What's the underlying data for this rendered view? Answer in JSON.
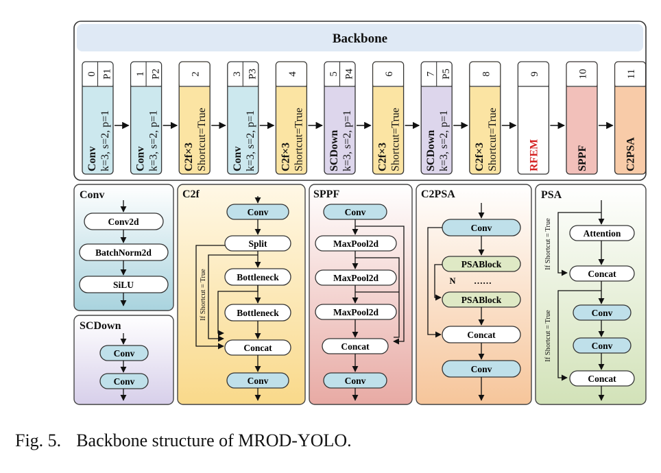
{
  "backbone": {
    "title": "Backbone",
    "columns": [
      {
        "index": "0",
        "tag": "P1",
        "name": "Conv",
        "params": "k=3, s=2, p=1",
        "color": "#cce8ee"
      },
      {
        "index": "1",
        "tag": "P2",
        "name": "Conv",
        "params": "k=3, s=2, p=1",
        "color": "#cce8ee"
      },
      {
        "index": "2",
        "tag": "",
        "name": "C2f×3",
        "params": "Shortcut=True",
        "color": "#fbe4a3"
      },
      {
        "index": "3",
        "tag": "P3",
        "name": "Conv",
        "params": "k=3, s=2, p=1",
        "color": "#cce8ee"
      },
      {
        "index": "4",
        "tag": "",
        "name": "C2f×3",
        "params": "Shortcut=True",
        "color": "#fbe4a3"
      },
      {
        "index": "5",
        "tag": "P4",
        "name": "SCDown",
        "params": "k=3, s=2, p=1",
        "color": "#ddd6ec"
      },
      {
        "index": "6",
        "tag": "",
        "name": "C2f×3",
        "params": "Shortcut=True",
        "color": "#fbe4a3"
      },
      {
        "index": "7",
        "tag": "P5",
        "name": "SCDown",
        "params": "k=3, s=2, p=1",
        "color": "#ddd6ec"
      },
      {
        "index": "8",
        "tag": "",
        "name": "C2f×3",
        "params": "Shortcut=True",
        "color": "#fbe4a3"
      },
      {
        "index": "9",
        "tag": "",
        "name": "RFEM",
        "params": "",
        "color": "#ffffff",
        "name_color": "#d42020"
      },
      {
        "index": "10",
        "tag": "",
        "name": "SPPF",
        "params": "",
        "color": "#f2c0ba"
      },
      {
        "index": "11",
        "tag": "",
        "name": "C2PSA",
        "params": "",
        "color": "#f8cba8"
      }
    ]
  },
  "modules": {
    "conv": {
      "title": "Conv",
      "blocks": [
        "Conv2d",
        "BatchNorm2d",
        "SiLU"
      ]
    },
    "scdown": {
      "title": "SCDown",
      "blocks": [
        "Conv",
        "Conv"
      ]
    },
    "c2f": {
      "title": "C2f",
      "blocks": [
        "Conv",
        "Split",
        "Bottleneck",
        "Bottleneck",
        "Concat",
        "Conv"
      ],
      "side_label": "If Shortcut = True"
    },
    "sppf": {
      "title": "SPPF",
      "blocks": [
        "Conv",
        "MaxPool2d",
        "MaxPool2d",
        "MaxPool2d",
        "Concat",
        "Conv"
      ]
    },
    "c2psa": {
      "title": "C2PSA",
      "blocks": [
        "Conv",
        "PSABlock",
        "PSABlock",
        "Concat",
        "Conv"
      ],
      "n_label": "N",
      "dots": "……"
    },
    "psa": {
      "title": "PSA",
      "blocks": [
        "Attention",
        "Concat",
        "Conv",
        "Conv",
        "Concat"
      ],
      "side_label_1": "If Shortcut = True",
      "side_label_2": "If Shortcut = True"
    }
  },
  "colors": {
    "header": "#dfe9f5",
    "conv_panel": "#a9d3de",
    "scdown_panel": "#ddd6ec",
    "c2f_panel": "#fbe0a0",
    "sppf_panel": "#ebb9b4",
    "c2psa_panel": "#f8cfae",
    "psa_panel": "#dde7c9",
    "conv_block": "#bfe0ea"
  },
  "caption": {
    "label": "Fig. 5.",
    "text": "Backbone structure of MROD-YOLO."
  }
}
